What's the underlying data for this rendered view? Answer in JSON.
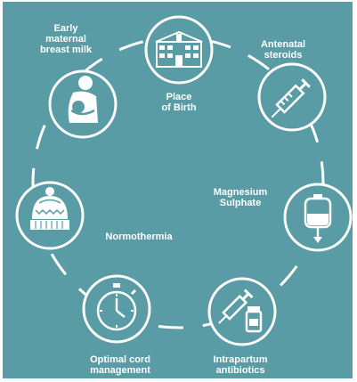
{
  "diagram": {
    "background_color": "#5a9ca6",
    "ring_color": "#ffffff",
    "nodes": [
      {
        "id": "place-of-birth",
        "label": "Place\nof Birth",
        "icon": "hospital-icon"
      },
      {
        "id": "antenatal-steroids",
        "label": "Antenatal\nsteroids",
        "icon": "syringe-icon"
      },
      {
        "id": "magnesium-sulphate",
        "label": "Magnesium\nSulphate",
        "icon": "iv-bag-icon"
      },
      {
        "id": "intrapartum-antibiotics",
        "label": "Intrapartum\nantibiotics",
        "icon": "syringe-vial-icon"
      },
      {
        "id": "optimal-cord-management",
        "label": "Optimal cord\nmanagement",
        "icon": "stopwatch-icon"
      },
      {
        "id": "normothermia",
        "label": "Normothermia",
        "icon": "knit-hat-icon"
      },
      {
        "id": "early-maternal-breast-milk",
        "label": "Early\nmaternal\nbreast milk",
        "icon": "breastfeeding-icon"
      }
    ]
  }
}
